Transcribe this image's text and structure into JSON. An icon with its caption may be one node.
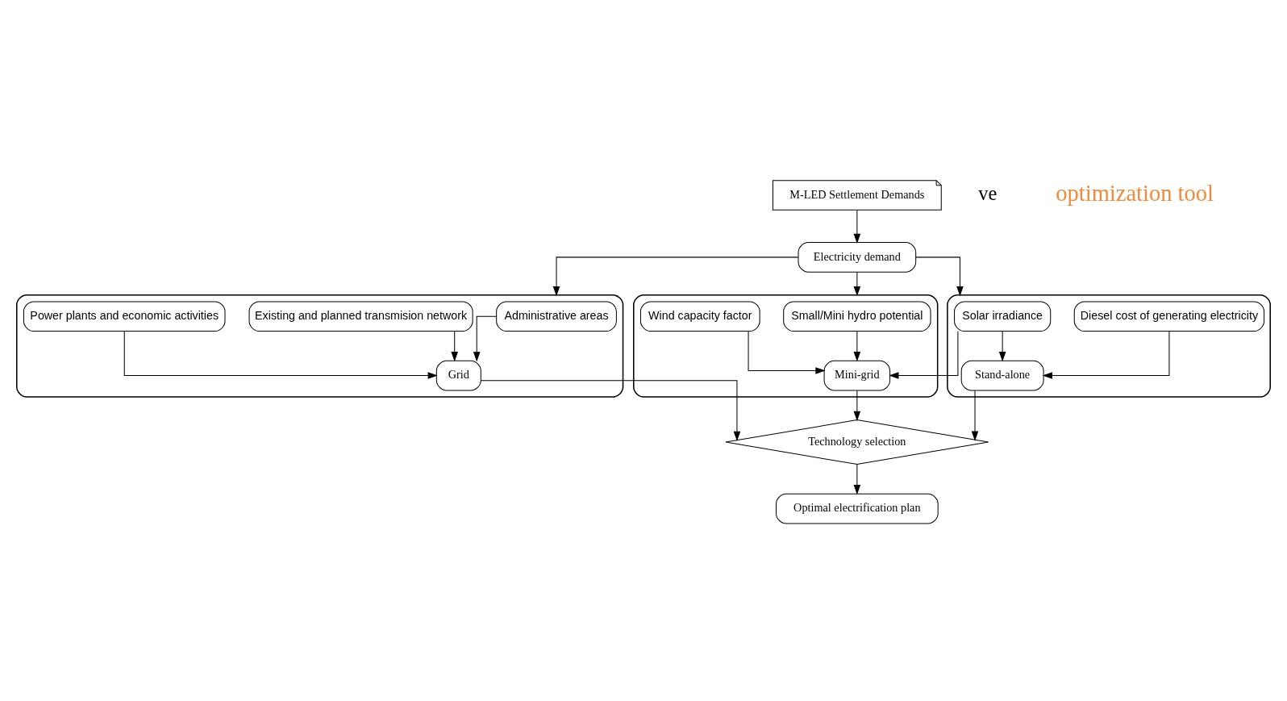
{
  "diagram": {
    "nodes": [
      {
        "text": [
          "M-LED Settlement Demands"
        ]
      },
      {
        "text": [
          "Electricity demand"
        ]
      },
      {
        "text": [],
        "shape": "box"
      },
      {
        "text": [
          "Administrative areas"
        ],
        "in": 2
      },
      {
        "text": [
          "Existing and planned transmision network"
        ],
        "in": 2
      },
      {
        "text": [
          "Power plants and economic activities"
        ],
        "in": 2
      },
      {
        "text": [
          "Grid"
        ],
        "in": 2
      },
      {
        "text": [],
        "shape": "box"
      },
      {
        "text": [
          "Small/Mini hydro potential"
        ],
        "in": 7
      },
      {
        "text": [
          "Wind capacity factor"
        ],
        "in": 7
      },
      {
        "text": [
          "Mini-grid"
        ],
        "in": 7
      },
      {
        "text": [],
        "shape": "box"
      },
      {
        "text": [
          "Solar irradiance"
        ],
        "in": 11
      },
      {
        "text": [
          "Diesel cost of generating electricity"
        ],
        "in": 11
      },
      {
        "text": [
          "Stand-alone"
        ],
        "in": 11
      },
      {
        "text": [
          "Technology selection"
        ]
      },
      {
        "text": [
          "Optimal electrification plan"
        ]
      }
    ],
    "edges": [
      {
        "from": 0,
        "to": 1,
        "arrow": "to"
      },
      {
        "from": 1,
        "to": 2,
        "arrow": "to"
      },
      {
        "from": 1,
        "to": 7,
        "arrow": "to"
      },
      {
        "from": 1,
        "to": 11,
        "arrow": "to"
      },
      {
        "from": 3,
        "to": 6,
        "arrow": "to"
      },
      {
        "from": 4,
        "to": 6,
        "arrow": "to"
      },
      {
        "from": 5,
        "to": 6,
        "arrow": "to"
      },
      {
        "from": 8,
        "to": 10,
        "arrow": "to"
      },
      {
        "from": 9,
        "to": 10,
        "arrow": "to"
      },
      {
        "from": 12,
        "to": 10,
        "arrow": "to"
      },
      {
        "from": 12,
        "to": 14,
        "arrow": "to"
      },
      {
        "from": 13,
        "to": 14,
        "arrow": "to"
      },
      {
        "from": 6,
        "to": 15,
        "arrow": "to"
      },
      {
        "from": 10,
        "to": 15,
        "arrow": "to"
      },
      {
        "from": 14,
        "to": 15,
        "arrow": "to"
      },
      {
        "from": 15,
        "to": 16,
        "arrow": "to"
      }
    ],
    "labels": [
      "ve",
      "optimization tool"
    ]
  }
}
